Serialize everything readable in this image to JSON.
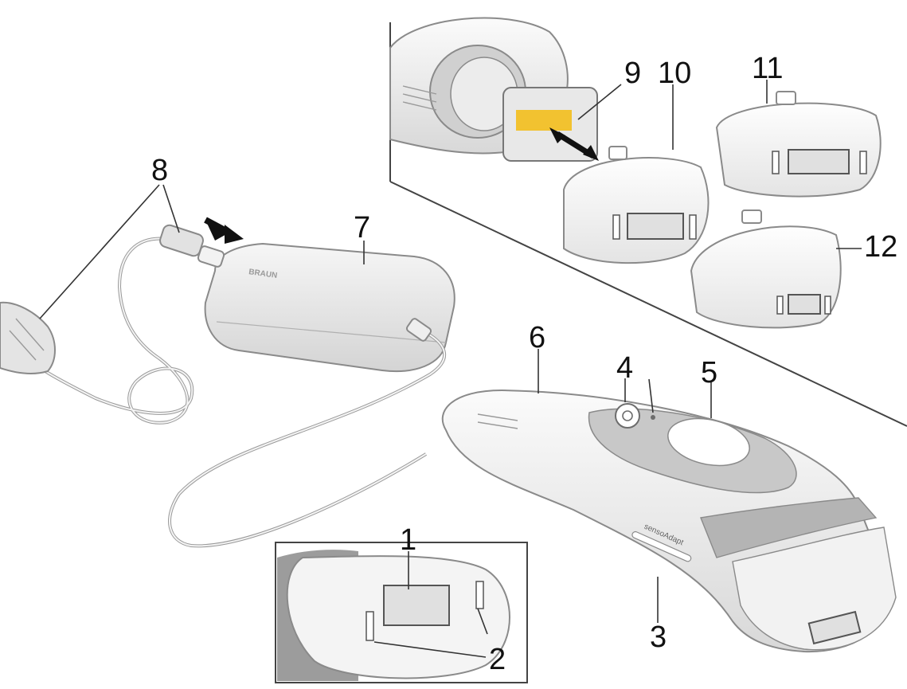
{
  "callouts": {
    "c1": "1",
    "c2": "2",
    "c3": "3",
    "c4": "4",
    "c5": "5",
    "c6": "6",
    "c7": "7",
    "c8": "8",
    "c9": "9",
    "c10": "10",
    "c11": "11",
    "c12": "12"
  },
  "device_labels": {
    "mode_strip": "sensoAdapt",
    "adapter_brand": "BRAUN"
  },
  "colors": {
    "device_body": "#f4f4f4",
    "device_shade": "#dedede",
    "control_panel": "#c8c8c8",
    "outline": "#8a8a8a",
    "lamp_window": "#d9d9d9",
    "contacts": "#f2c230"
  }
}
